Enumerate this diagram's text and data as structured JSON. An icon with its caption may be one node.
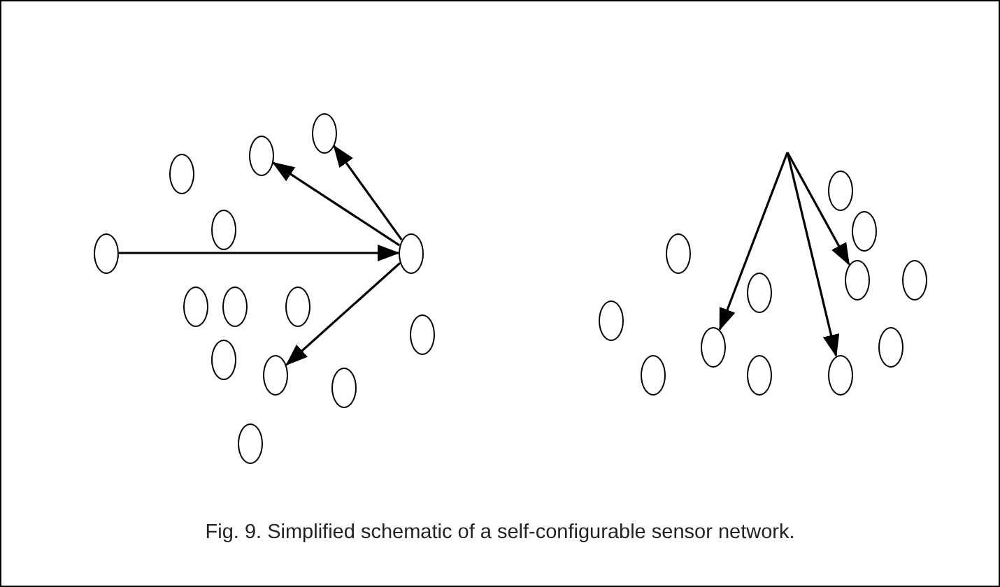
{
  "diagram": {
    "caption": "Fig. 9. Simplified schematic of a self-configurable sensor network.",
    "nodes": [
      {
        "text": [],
        "shape": "circle"
      },
      {
        "text": [],
        "shape": "circle"
      },
      {
        "text": [],
        "shape": "circle"
      },
      {
        "text": [],
        "shape": "circle"
      },
      {
        "text": [],
        "shape": "circle"
      },
      {
        "text": [],
        "shape": "circle"
      },
      {
        "text": [],
        "shape": "circle"
      },
      {
        "text": [],
        "shape": "circle"
      },
      {
        "text": [],
        "shape": "circle"
      },
      {
        "text": [],
        "shape": "circle"
      },
      {
        "text": [],
        "shape": "circle"
      },
      {
        "text": [],
        "shape": "circle"
      },
      {
        "text": [],
        "shape": "circle"
      },
      {
        "text": [],
        "shape": "circle"
      },
      {
        "text": [],
        "shape": "circle"
      },
      {
        "text": [],
        "shape": "circle"
      },
      {
        "text": [],
        "shape": "circle"
      },
      {
        "text": [],
        "shape": "circle"
      },
      {
        "text": [],
        "shape": "circle"
      },
      {
        "text": [],
        "shape": "circle"
      },
      {
        "text": [],
        "shape": "circle"
      },
      {
        "text": [],
        "shape": "circle"
      },
      {
        "text": [],
        "shape": "circle"
      },
      {
        "text": [],
        "shape": "circle"
      },
      {
        "text": [],
        "shape": "circle"
      },
      {
        "text": [],
        "shape": "circle"
      }
    ],
    "edges": [
      {
        "from": 0,
        "to": 5,
        "arrow": "to"
      },
      {
        "from": 5,
        "to": 2,
        "arrow": "to"
      },
      {
        "from": 5,
        "to": 3,
        "arrow": "to"
      },
      {
        "from": 5,
        "to": 11,
        "arrow": "to"
      },
      {
        "from": null,
        "to": 21,
        "arrow": "to"
      },
      {
        "from": null,
        "to": 25,
        "arrow": "to"
      },
      {
        "from": null,
        "to": 17,
        "arrow": "to"
      }
    ]
  }
}
